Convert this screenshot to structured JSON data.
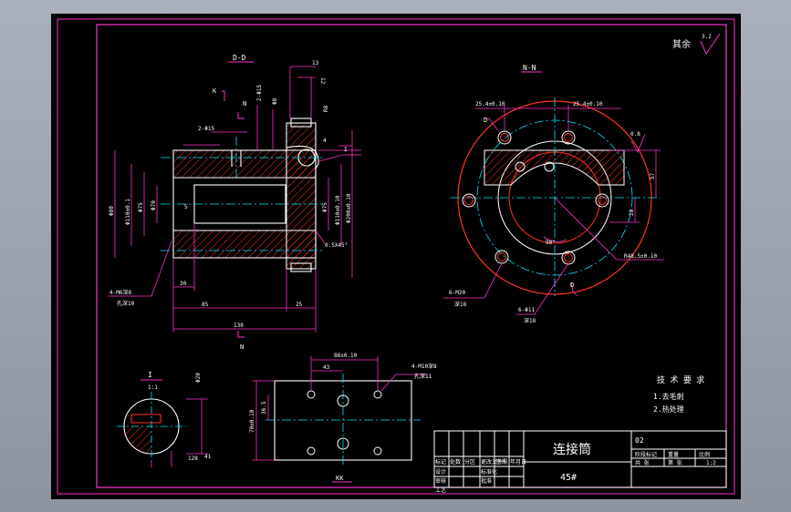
{
  "drawing": {
    "part_name": "连接筒",
    "material": "45#",
    "corner_note": "其余",
    "corner_roughness": "3.2",
    "drawing_code": "02",
    "tech_requirements": {
      "title": "技 术 要 求",
      "items": [
        "1.去毛刺",
        "2.热处理"
      ]
    }
  },
  "views": {
    "section_dd": "D-D",
    "section_nn": "N-N",
    "section_k": "K",
    "section_n_marker": "N",
    "section_i": "I",
    "section_i_scale": "1:1",
    "view_kk": "KK"
  },
  "dimensions": {
    "main_view": [
      "13",
      "12",
      "2-Φ15",
      "Φ8",
      "2-Φ15",
      "R8",
      "4",
      "I",
      "Φ80",
      "Φ110±0.1",
      "Φ75",
      "Φ70",
      "5",
      "Φ75",
      "Φ110±0.10",
      "Φ200±0.10",
      "0.5X45°",
      "30",
      "85",
      "25",
      "130",
      "4-M6深8",
      "孔深10"
    ],
    "right_view": [
      "25.4±0.10",
      "25.4±0.10",
      "0.8",
      "57",
      "20",
      "R48.5±0.10",
      "90°",
      "6-M20",
      "深18",
      "6-Φ11",
      "深18",
      "D"
    ],
    "detail_view": [
      "Φ20",
      "128",
      "41"
    ],
    "bottom_view": [
      "86±0.10",
      "43",
      "4-M10深8",
      "孔深11",
      "70±0.10",
      "36.5"
    ]
  },
  "title_block": {
    "left_rows": [
      [
        "标记",
        "处数",
        "分区",
        "更改文件号",
        "签名",
        "年月日"
      ],
      [
        "设计",
        "",
        "",
        "标准化",
        "",
        ""
      ],
      [
        "审核",
        "",
        "",
        "",
        "",
        ""
      ],
      [
        "工艺",
        "",
        "",
        "批准",
        "",
        ""
      ]
    ],
    "right_header": [
      "阶段标记",
      "重量",
      "比例"
    ],
    "right_values": [
      "",
      "",
      "1:2"
    ],
    "sheet": [
      "共 张",
      "第 张"
    ]
  },
  "colors": {
    "background": "#000000",
    "border": "#ff33cc",
    "outline": "#ffffff",
    "center": "#00e5ff",
    "hatch": "#ff3322",
    "dimension": "#ff33cc",
    "window": "#9ea3af"
  }
}
